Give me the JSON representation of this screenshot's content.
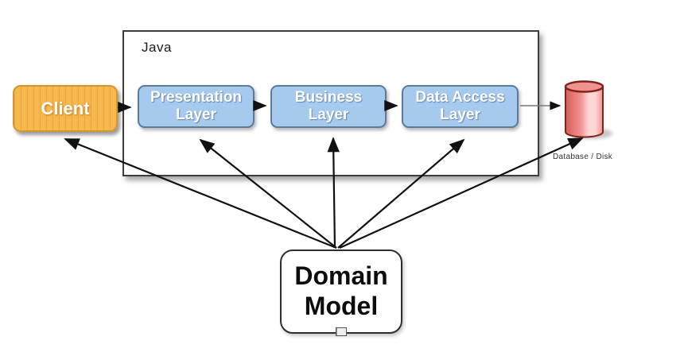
{
  "nodes": {
    "client": {
      "label": "Client"
    },
    "java_container": {
      "label": "Java"
    },
    "layers": [
      {
        "id": "presentation-layer",
        "label": "Presentation Layer"
      },
      {
        "id": "business-layer",
        "label": "Business Layer"
      },
      {
        "id": "data-access-layer",
        "label": "Data Access Layer"
      }
    ],
    "database": {
      "label": "Database / Disk"
    },
    "domain_model": {
      "label": "Domain Model"
    }
  },
  "connections": [
    {
      "from": "Client",
      "to": "Presentation Layer",
      "style": "arrow"
    },
    {
      "from": "Presentation Layer",
      "to": "Business Layer",
      "style": "arrow"
    },
    {
      "from": "Business Layer",
      "to": "Data Access Layer",
      "style": "arrow"
    },
    {
      "from": "Data Access Layer",
      "to": "Database / Disk",
      "style": "arrow"
    },
    {
      "from": "Domain Model",
      "to": "Client",
      "style": "arrow"
    },
    {
      "from": "Domain Model",
      "to": "Presentation Layer",
      "style": "arrow"
    },
    {
      "from": "Domain Model",
      "to": "Business Layer",
      "style": "arrow"
    },
    {
      "from": "Domain Model",
      "to": "Data Access Layer",
      "style": "arrow"
    },
    {
      "from": "Domain Model",
      "to": "Database / Disk",
      "style": "arrow"
    }
  ],
  "colors": {
    "arrow": "#111111",
    "arrow_secondary": "#777777",
    "client_fill": "#F7B84E",
    "client_border": "#D2992F",
    "layer_fill": "#A6C9EE",
    "layer_border": "#5C7A99",
    "java_border": "#3D3D3D",
    "domain_border": "#2E2E2E",
    "db_dark": "#D95C5C",
    "db_mid": "#F19090",
    "db_light": "#FDD6D6",
    "db_top": "#F0938F",
    "db_border": "#7E241C",
    "text_dark": "#1A1A1A",
    "label_gray": "#333333"
  }
}
